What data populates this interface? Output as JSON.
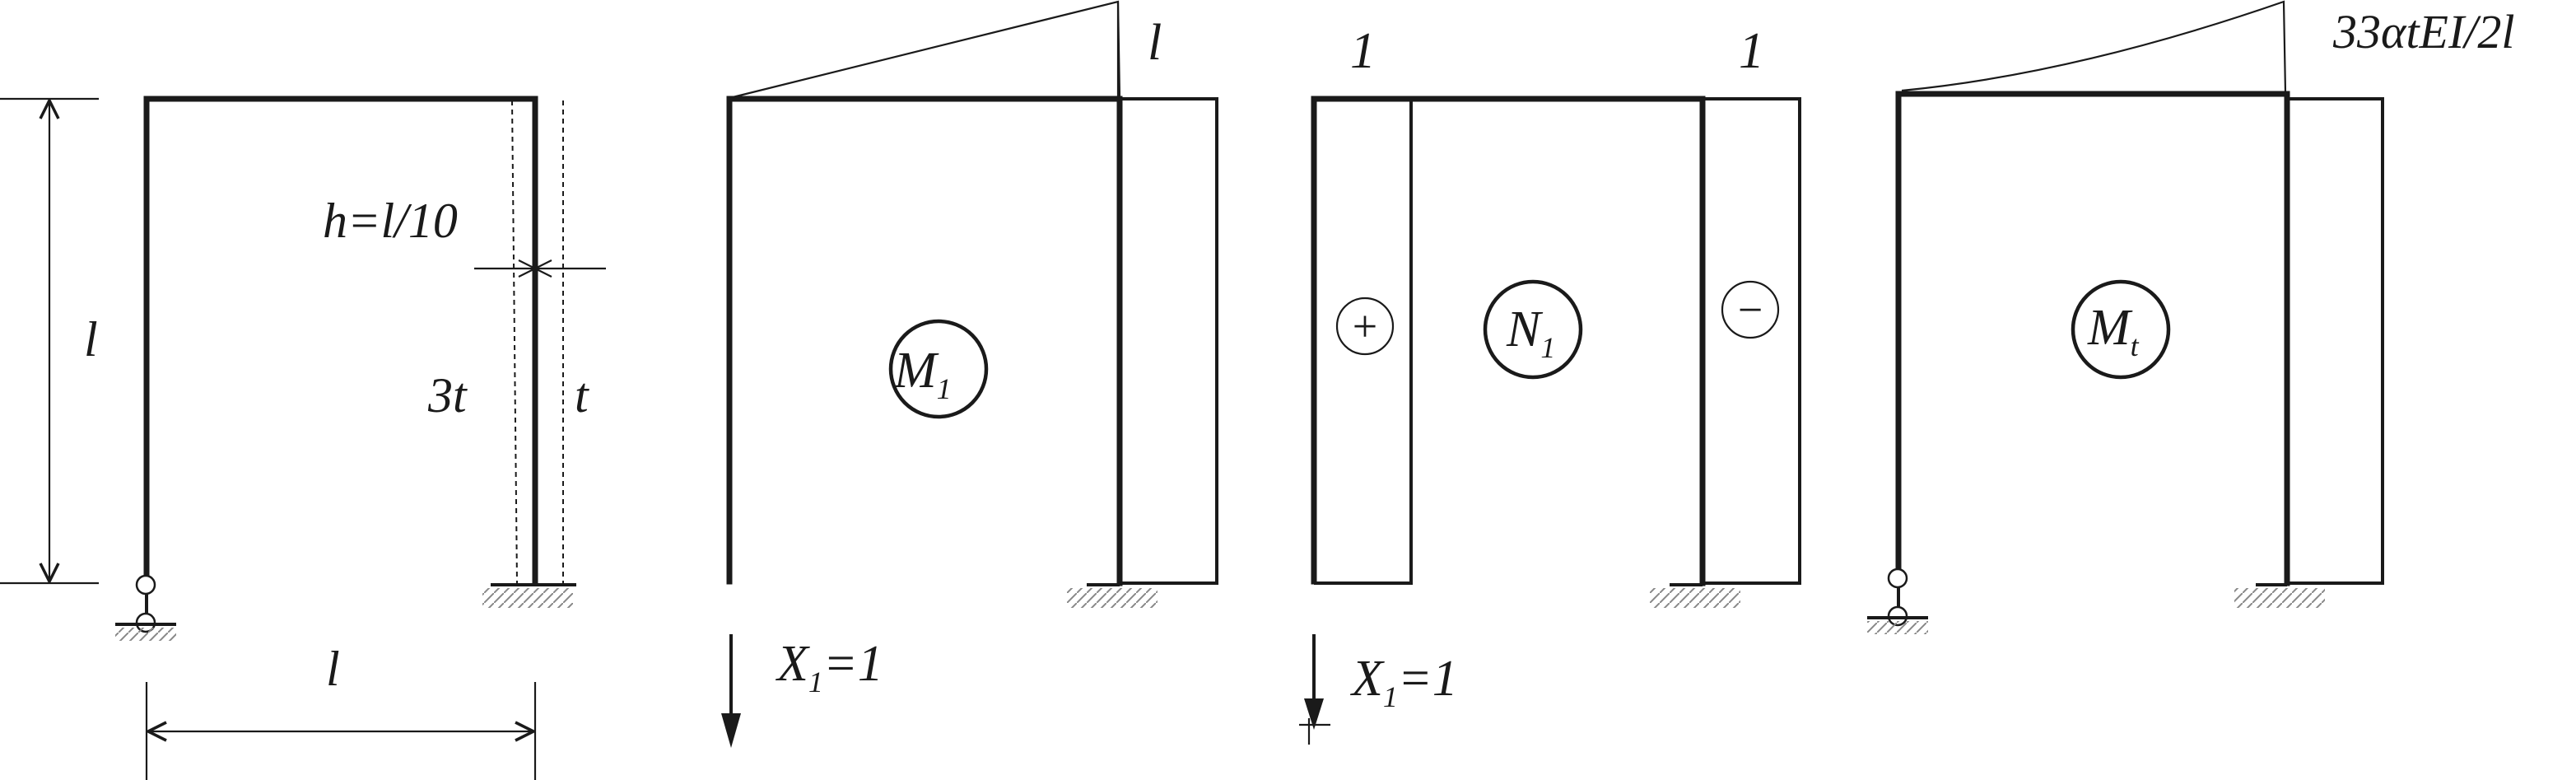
{
  "panel1": {
    "height_label": "l",
    "span_label": "l",
    "section_label": "h=l/10",
    "temp_inner": "3t",
    "temp_outer": "t"
  },
  "panel2": {
    "diagram_label": "M",
    "diagram_sub": "1",
    "ordinate_label": "l",
    "force_label": "X",
    "force_sub": "1",
    "force_value": "=1"
  },
  "panel3": {
    "diagram_label": "N",
    "diagram_sub": "1",
    "left_ordinate": "1",
    "right_ordinate": "1",
    "left_sign": "+",
    "right_sign": "−",
    "force_label": "X",
    "force_sub": "1",
    "force_value": "=1"
  },
  "panel4": {
    "diagram_label": "M",
    "diagram_sub": "t",
    "ordinate_label": "33αtEI/2l"
  }
}
